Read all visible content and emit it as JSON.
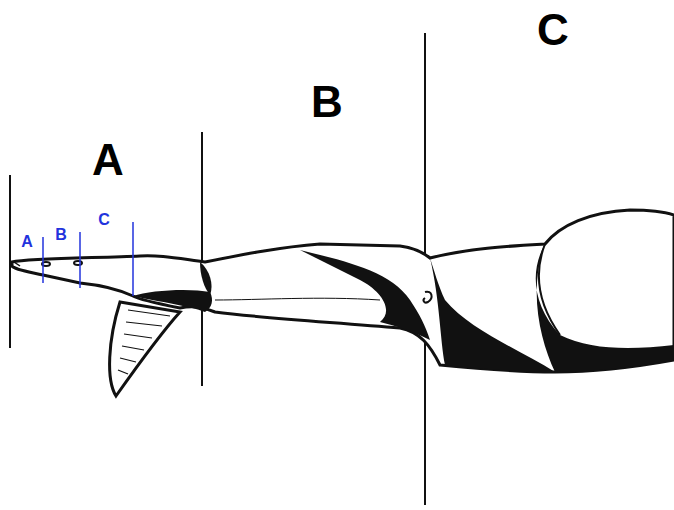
{
  "diagram": {
    "labels": [
      "A",
      "B",
      "C",
      "A",
      "B",
      "C"
    ]
  }
}
